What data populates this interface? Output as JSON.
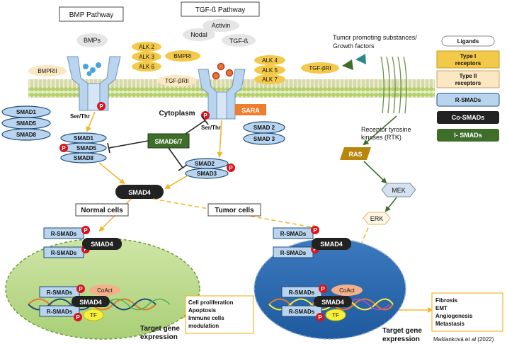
{
  "pathways": {
    "bmp_title": "BMP Pathway",
    "tgf_title": "TGF-ß Pathway",
    "bmps": "BMPs",
    "activin": "Activin",
    "nodal": "Nodal",
    "tgf_b": "TGF-ß",
    "alk2": "ALK 2",
    "alk3": "ALK 3",
    "alk6": "ALK 6",
    "bmpri": "BMPRI",
    "bmprii": "BMPRII",
    "alk4": "ALK 4",
    "alk5": "ALK 5",
    "alk7": "ALK 7",
    "tgf_bri": "TGF-βRI",
    "tgf_brii": "TGF-βRII",
    "ser_thr_left": "Ser/Thr",
    "ser_thr_right": "Ser/Thr",
    "cytoplasm": "Cytoplasm",
    "sara": "SARA"
  },
  "smads": {
    "smad1": "SMAD1",
    "smad5": "SMAD5",
    "smad8": "SMAD8",
    "smad1_b": "SMAD1",
    "smad5_b": "SMAD5",
    "smad8_b": "SMAD8",
    "smad2": "SMAD 2",
    "smad3": "SMAD 3",
    "smad2_b": "SMAD2",
    "smad3_b": "SMAD3",
    "smad67": "SMAD6/7",
    "smad4": "SMAD4",
    "p": "P"
  },
  "rtk": {
    "tumor_line1": "Tumor promoting substances/",
    "tumor_line2": "Growth factors",
    "receptor_line1": "Receptor tyrosine",
    "receptor_line2": "kinases (RTK)",
    "ras": "RAS",
    "mek": "MEK",
    "erk": "ERK"
  },
  "legend": {
    "ligands": "Ligands",
    "type1_line1": "Type I",
    "type1_line2": "receptors",
    "type2_line1": "Type II",
    "type2_line2": "receptors",
    "rsmads": "R-SMADs",
    "cosmads": "Co-SMADs",
    "ismads": "I- SMADs"
  },
  "cells": {
    "normal": "Normal cells",
    "tumor": "Tumor cells",
    "r_smads": "R-SMADs",
    "smad4": "SMAD4",
    "coact": "CoAct",
    "tf": "TF",
    "target_line1": "Target gene",
    "target_line2": "expression",
    "normal_out1": "Cell proliferation",
    "normal_out2": "Apoptosis",
    "normal_out3": "Immune cells",
    "normal_out4": "modulation",
    "tumor_out1": "Fibrosis",
    "tumor_out2": "EMT",
    "tumor_out3": "Angiogenesis",
    "tumor_out4": "Metastasis"
  },
  "citation": {
    "author": "Mašlanková ",
    "etal": "et al",
    "year": " (2022)"
  },
  "colors": {
    "light_blue": "#b9d4ee",
    "dark_blue": "#1f4e79",
    "yellow": "#f3c94a",
    "dark_green": "#3f6e2a",
    "black": "#222222",
    "red": "#d9141c",
    "orange": "#ef7d2e",
    "gold_arrow": "#f1b82d"
  }
}
